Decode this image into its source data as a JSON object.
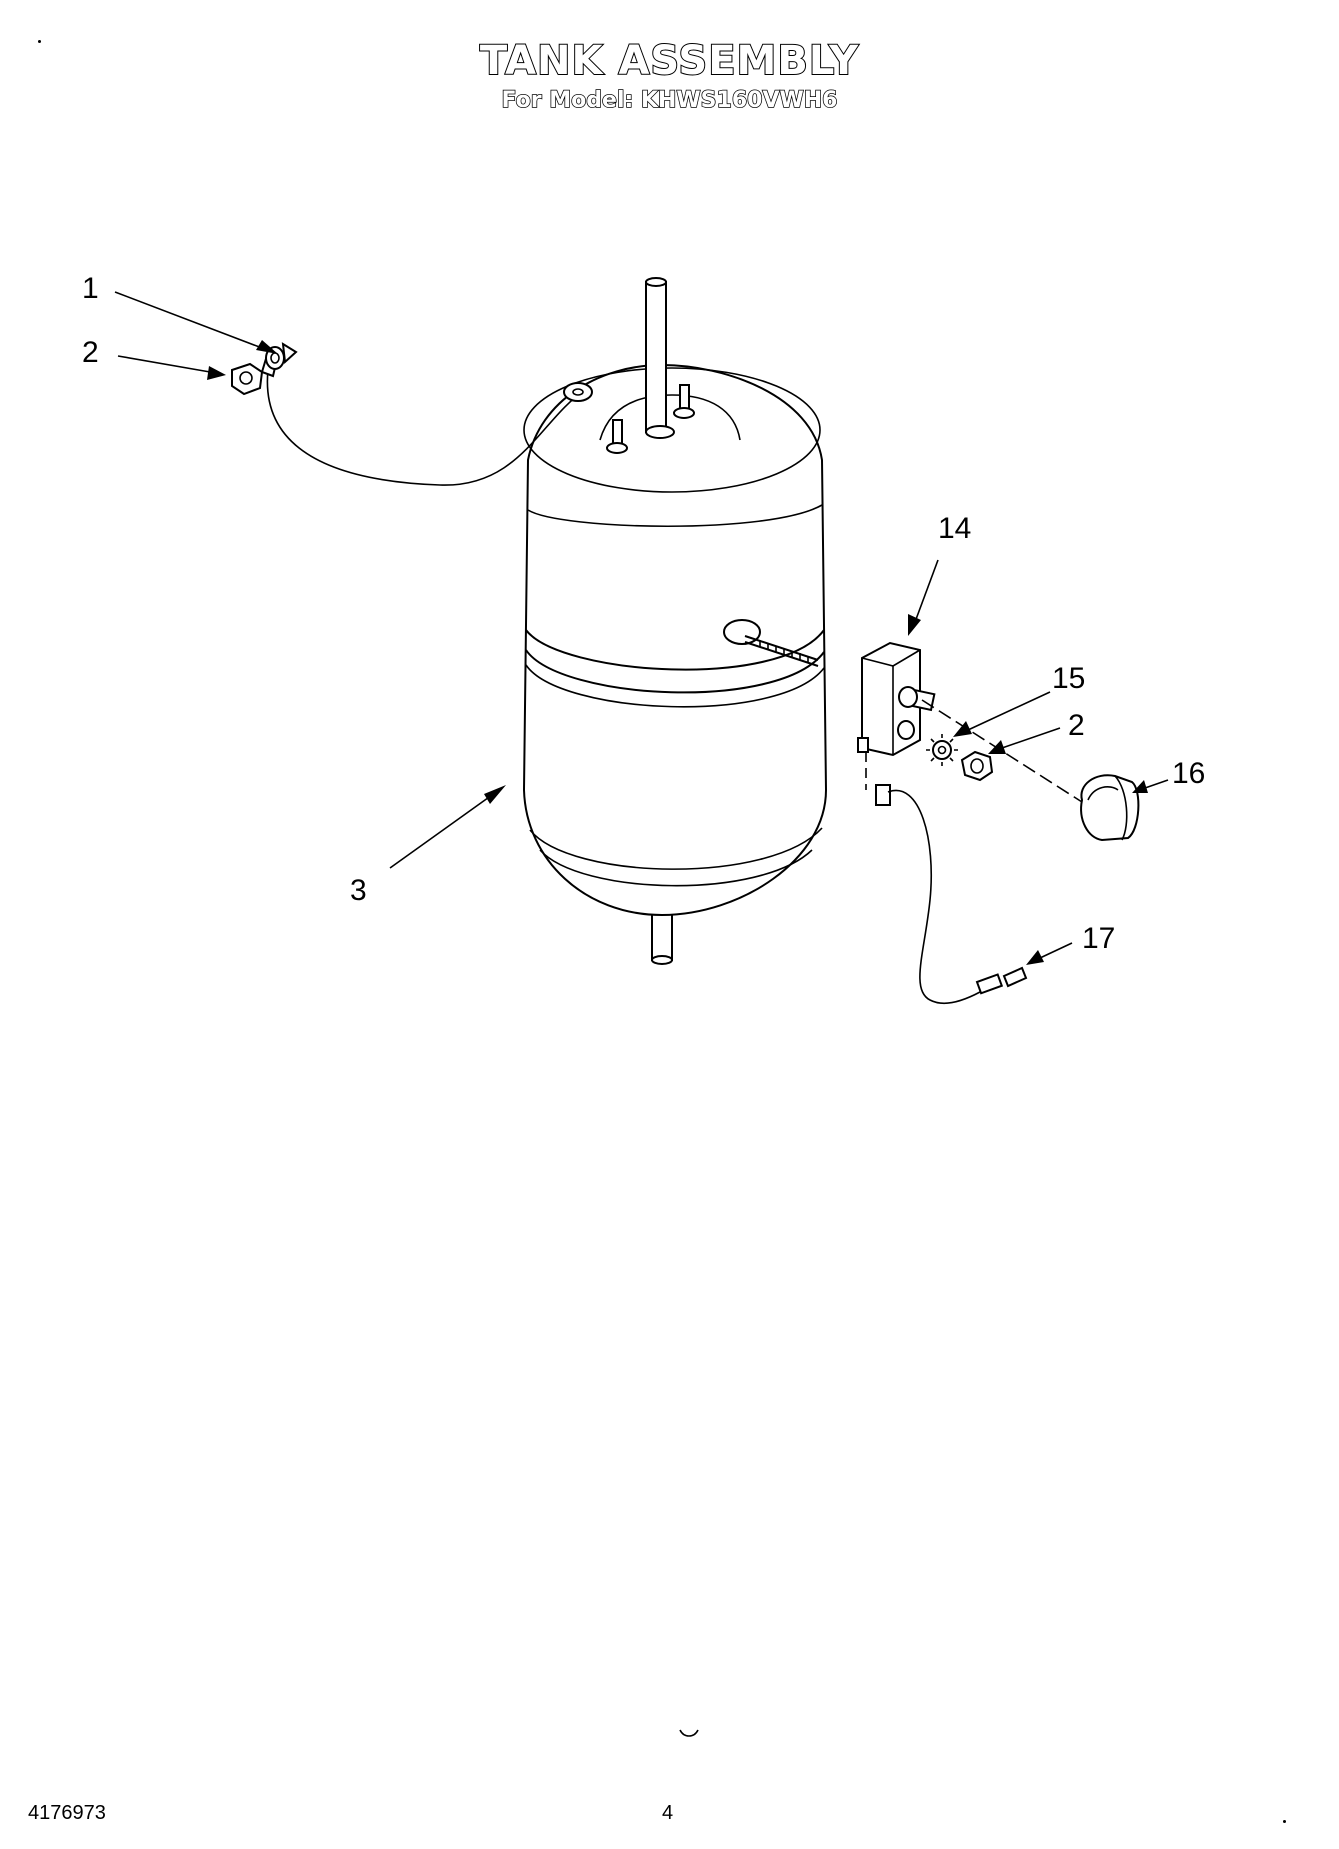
{
  "header": {
    "title": "TANK ASSEMBLY",
    "subtitle": "For Model: KHWS160VWH6"
  },
  "callouts": {
    "c1": "1",
    "c2_top": "2",
    "c3": "3",
    "c14": "14",
    "c15": "15",
    "c2_right": "2",
    "c16": "16",
    "c17": "17"
  },
  "footer": {
    "doc_number": "4176973",
    "page_number": "4"
  }
}
